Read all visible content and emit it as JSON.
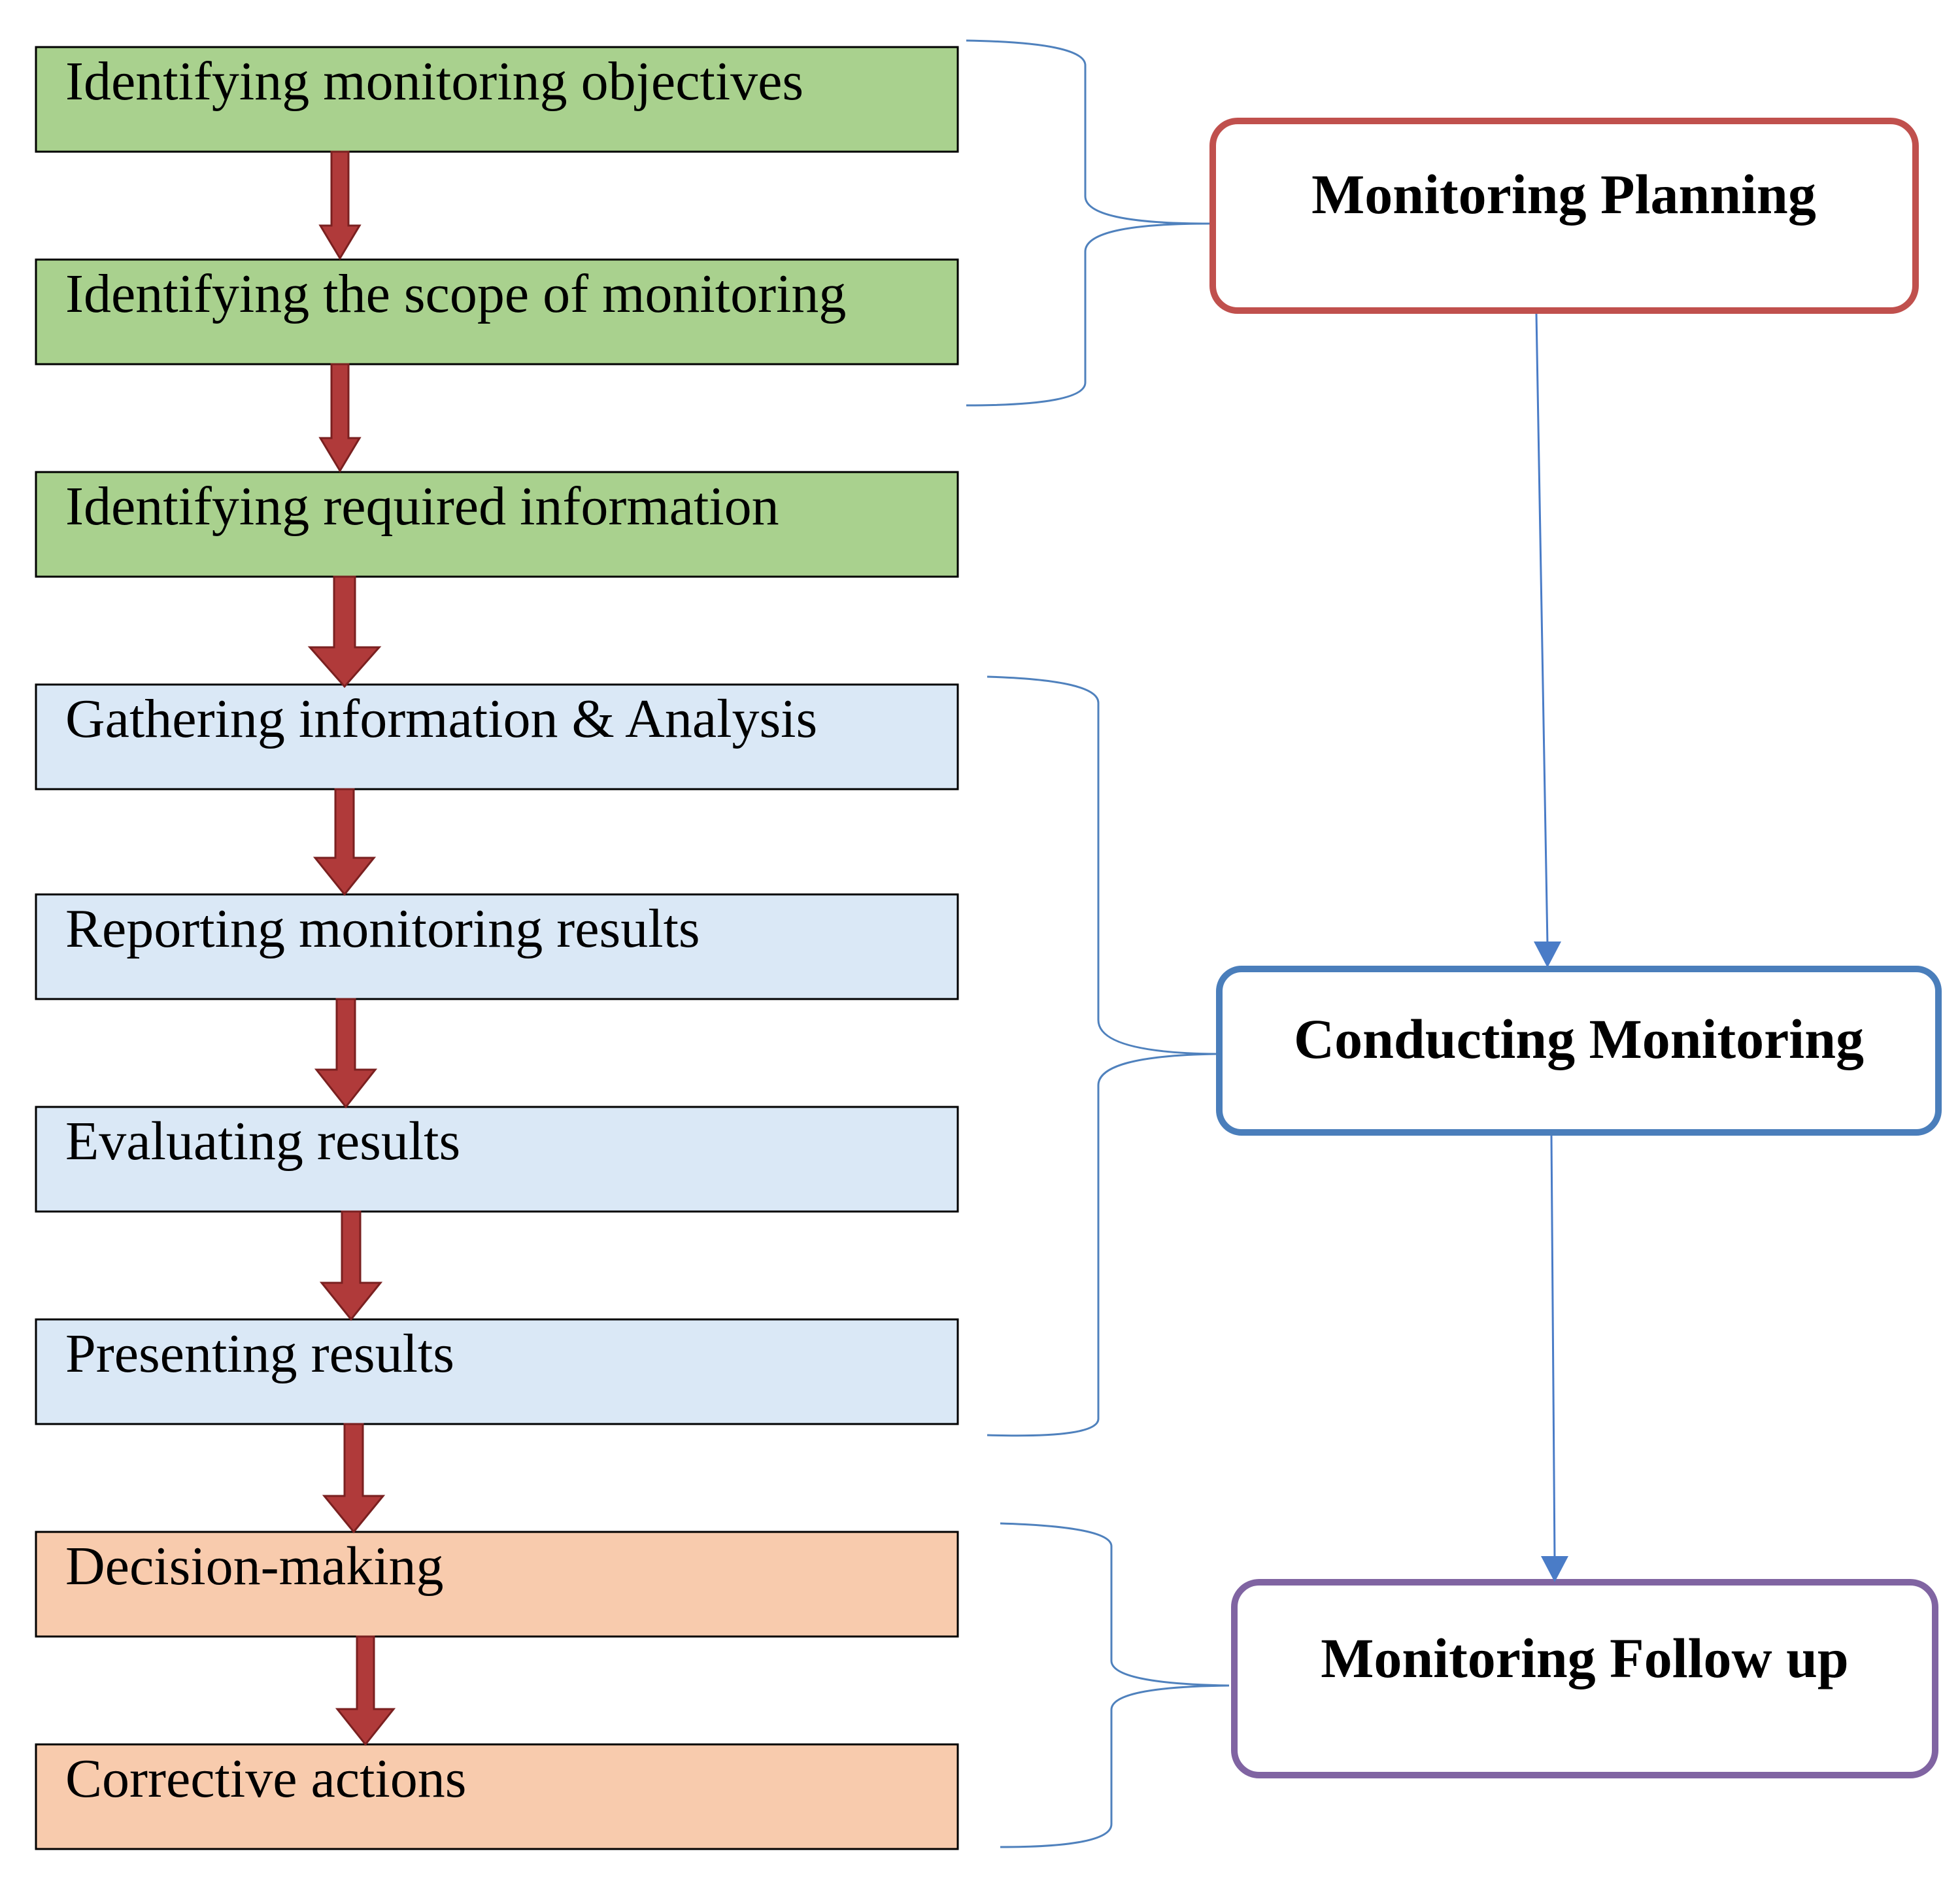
{
  "colors": {
    "planning_fill": "#a9d18e",
    "conducting_fill": "#dae8f6",
    "followup_fill": "#f8cbad",
    "step_border": "#000000",
    "step_arrow": "#b03a3a",
    "brace": "#4f81bd",
    "connector": "#4a7cc7",
    "planning_border": "#c0504d",
    "conducting_border": "#4a7ebb",
    "followup_border": "#8064a2"
  },
  "steps": [
    {
      "label": "Identifying monitoring objectives",
      "phase": "planning"
    },
    {
      "label": "Identifying the scope of monitoring",
      "phase": "planning"
    },
    {
      "label": "Identifying required information",
      "phase": "planning"
    },
    {
      "label": "Gathering information & Analysis",
      "phase": "conducting"
    },
    {
      "label": "Reporting monitoring results",
      "phase": "conducting"
    },
    {
      "label": "Evaluating results",
      "phase": "conducting"
    },
    {
      "label": "Presenting results",
      "phase": "conducting"
    },
    {
      "label": "Decision-making",
      "phase": "followup"
    },
    {
      "label": "Corrective actions",
      "phase": "followup"
    }
  ],
  "phases": [
    {
      "id": "planning",
      "label": "Monitoring Planning"
    },
    {
      "id": "conducting",
      "label": "Conducting Monitoring"
    },
    {
      "id": "followup",
      "label": "Monitoring Follow up"
    }
  ]
}
